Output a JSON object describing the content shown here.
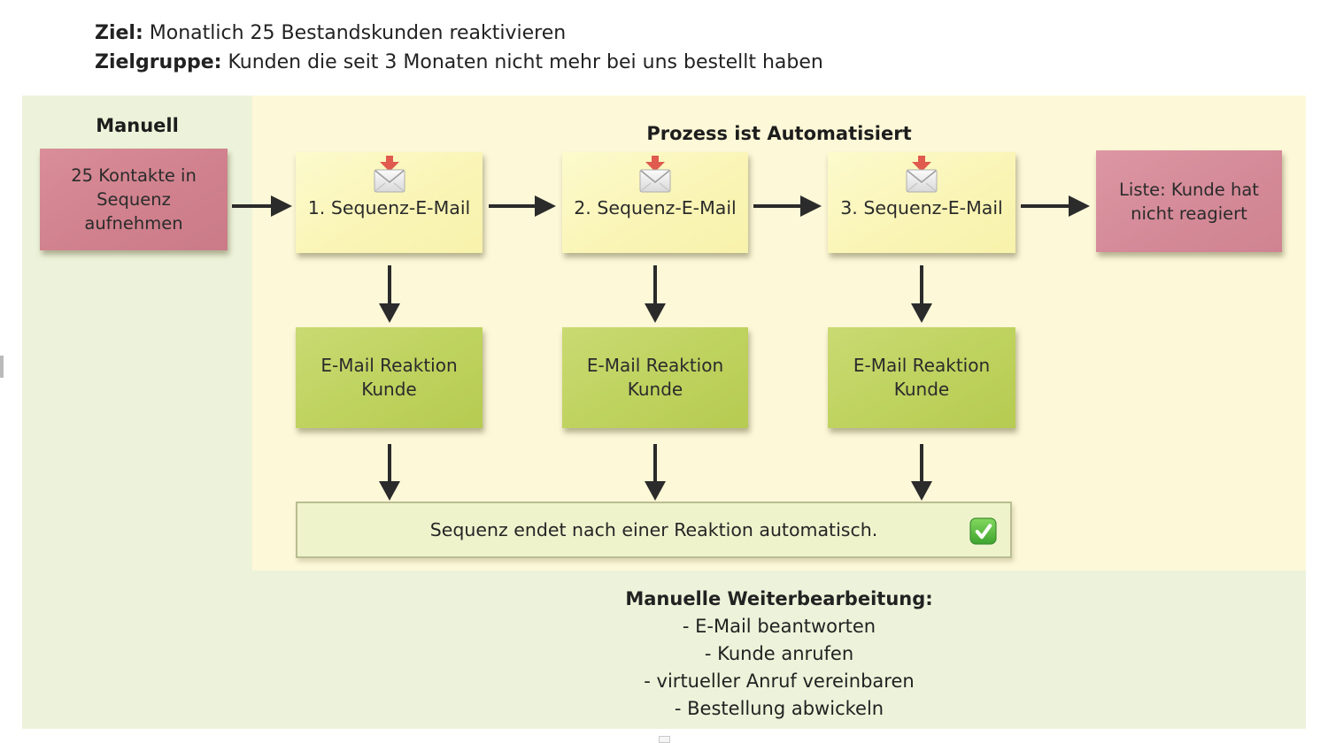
{
  "header": {
    "goal_label": "Ziel:",
    "goal_text": "Monatlich 25 Bestandskunden reaktivieren",
    "audience_label": "Zielgruppe:",
    "audience_text": "Kunden die seit 3 Monaten nicht mehr bei uns bestellt haben"
  },
  "sections": {
    "manual": {
      "title": "Manuell"
    },
    "automated": {
      "title": "Prozess ist Automatisiert"
    }
  },
  "nodes": {
    "start": {
      "lines": [
        "25 Kontakte in",
        "Sequenz",
        "aufnehmen"
      ]
    },
    "seq1": {
      "label": "1. Sequenz-E-Mail"
    },
    "seq2": {
      "label": "2. Sequenz-E-Mail"
    },
    "seq3": {
      "label": "3. Sequenz-E-Mail"
    },
    "no_reaction": {
      "lines": [
        "Liste: Kunde hat",
        "nicht reagiert"
      ]
    },
    "reaction": {
      "lines": [
        "E-Mail Reaktion",
        "Kunde"
      ]
    }
  },
  "banner": {
    "text": "Sequenz endet nach einer Reaktion automatisch."
  },
  "followup": {
    "title": "Manuelle Weiterbearbeitung:",
    "items": [
      "- E-Mail beantworten",
      "- Kunde anrufen",
      "- virtueller Anruf vereinbaren",
      "- Bestellung abwickeln"
    ]
  },
  "icons": {
    "envelope": "incoming-envelope-icon",
    "check": "check-mark-button-icon"
  },
  "colors": {
    "board_green": "#edf3da",
    "automated_yellow": "#fdf8d8",
    "note_yellow": "#faf5b6",
    "note_green": "#bdd15c",
    "note_pink_left": "#d0818d",
    "note_pink_right": "#d48997",
    "banner_bg": "#eef3cc",
    "banner_border": "#b9bd91",
    "arrow_black": "#2b2b2b",
    "check_green": "#4fae3d",
    "envelope_arrow_red": "#e05a4e"
  }
}
